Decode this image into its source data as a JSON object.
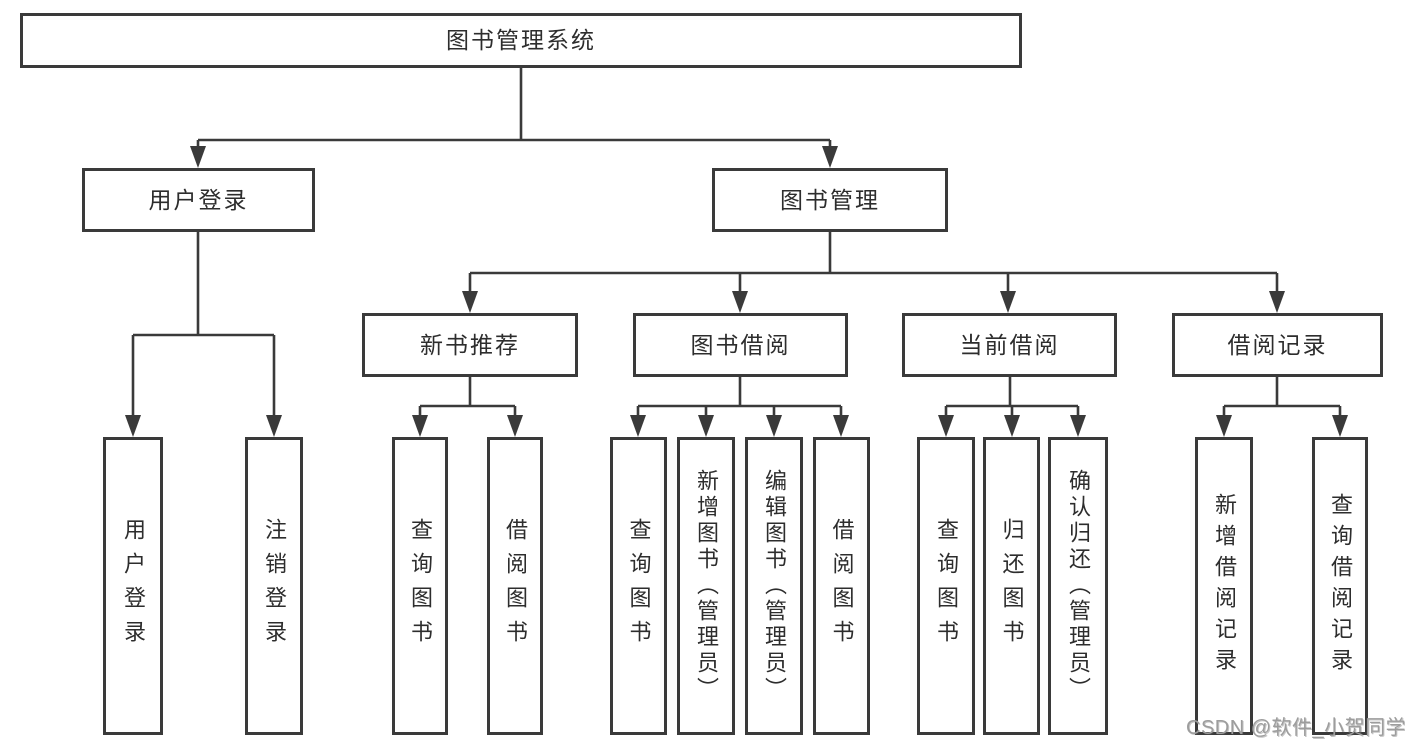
{
  "colors": {
    "background": "#ffffff",
    "box_border": "#3a3a3a",
    "connector_line": "#3a3a3a",
    "text": "#2d2d2d",
    "watermark": "#9d9d9d"
  },
  "diagram": {
    "root": {
      "label": "图书管理系统"
    },
    "level2": {
      "user_login": {
        "label": "用户登录"
      },
      "book_mgmt": {
        "label": "图书管理"
      }
    },
    "level3": {
      "new_book_rec": {
        "label": "新书推荐"
      },
      "book_borrow": {
        "label": "图书借阅"
      },
      "current_borrow": {
        "label": "当前借阅"
      },
      "borrow_record": {
        "label": "借阅记录"
      }
    },
    "leaves": {
      "user_login_leaf": {
        "label": "用户登录"
      },
      "logout": {
        "label": "注销登录"
      },
      "rec_query_book": {
        "label": "查询图书"
      },
      "rec_borrow_book": {
        "label": "借阅图书"
      },
      "bb_query_book": {
        "label": "查询图书"
      },
      "bb_add_book": {
        "label": "新增图书（管理员）"
      },
      "bb_edit_book": {
        "label": "编辑图书（管理员）"
      },
      "bb_borrow_book": {
        "label": "借阅图书"
      },
      "cb_query_book": {
        "label": "查询图书"
      },
      "cb_return_book": {
        "label": "归还图书"
      },
      "cb_confirm_return": {
        "label": "确认归还（管理员）"
      },
      "br_add_record": {
        "label": "新增借阅记录"
      },
      "br_query_record": {
        "label": "查询借阅记录"
      }
    }
  },
  "watermark": {
    "text": "CSDN @软件_小贺同学"
  }
}
